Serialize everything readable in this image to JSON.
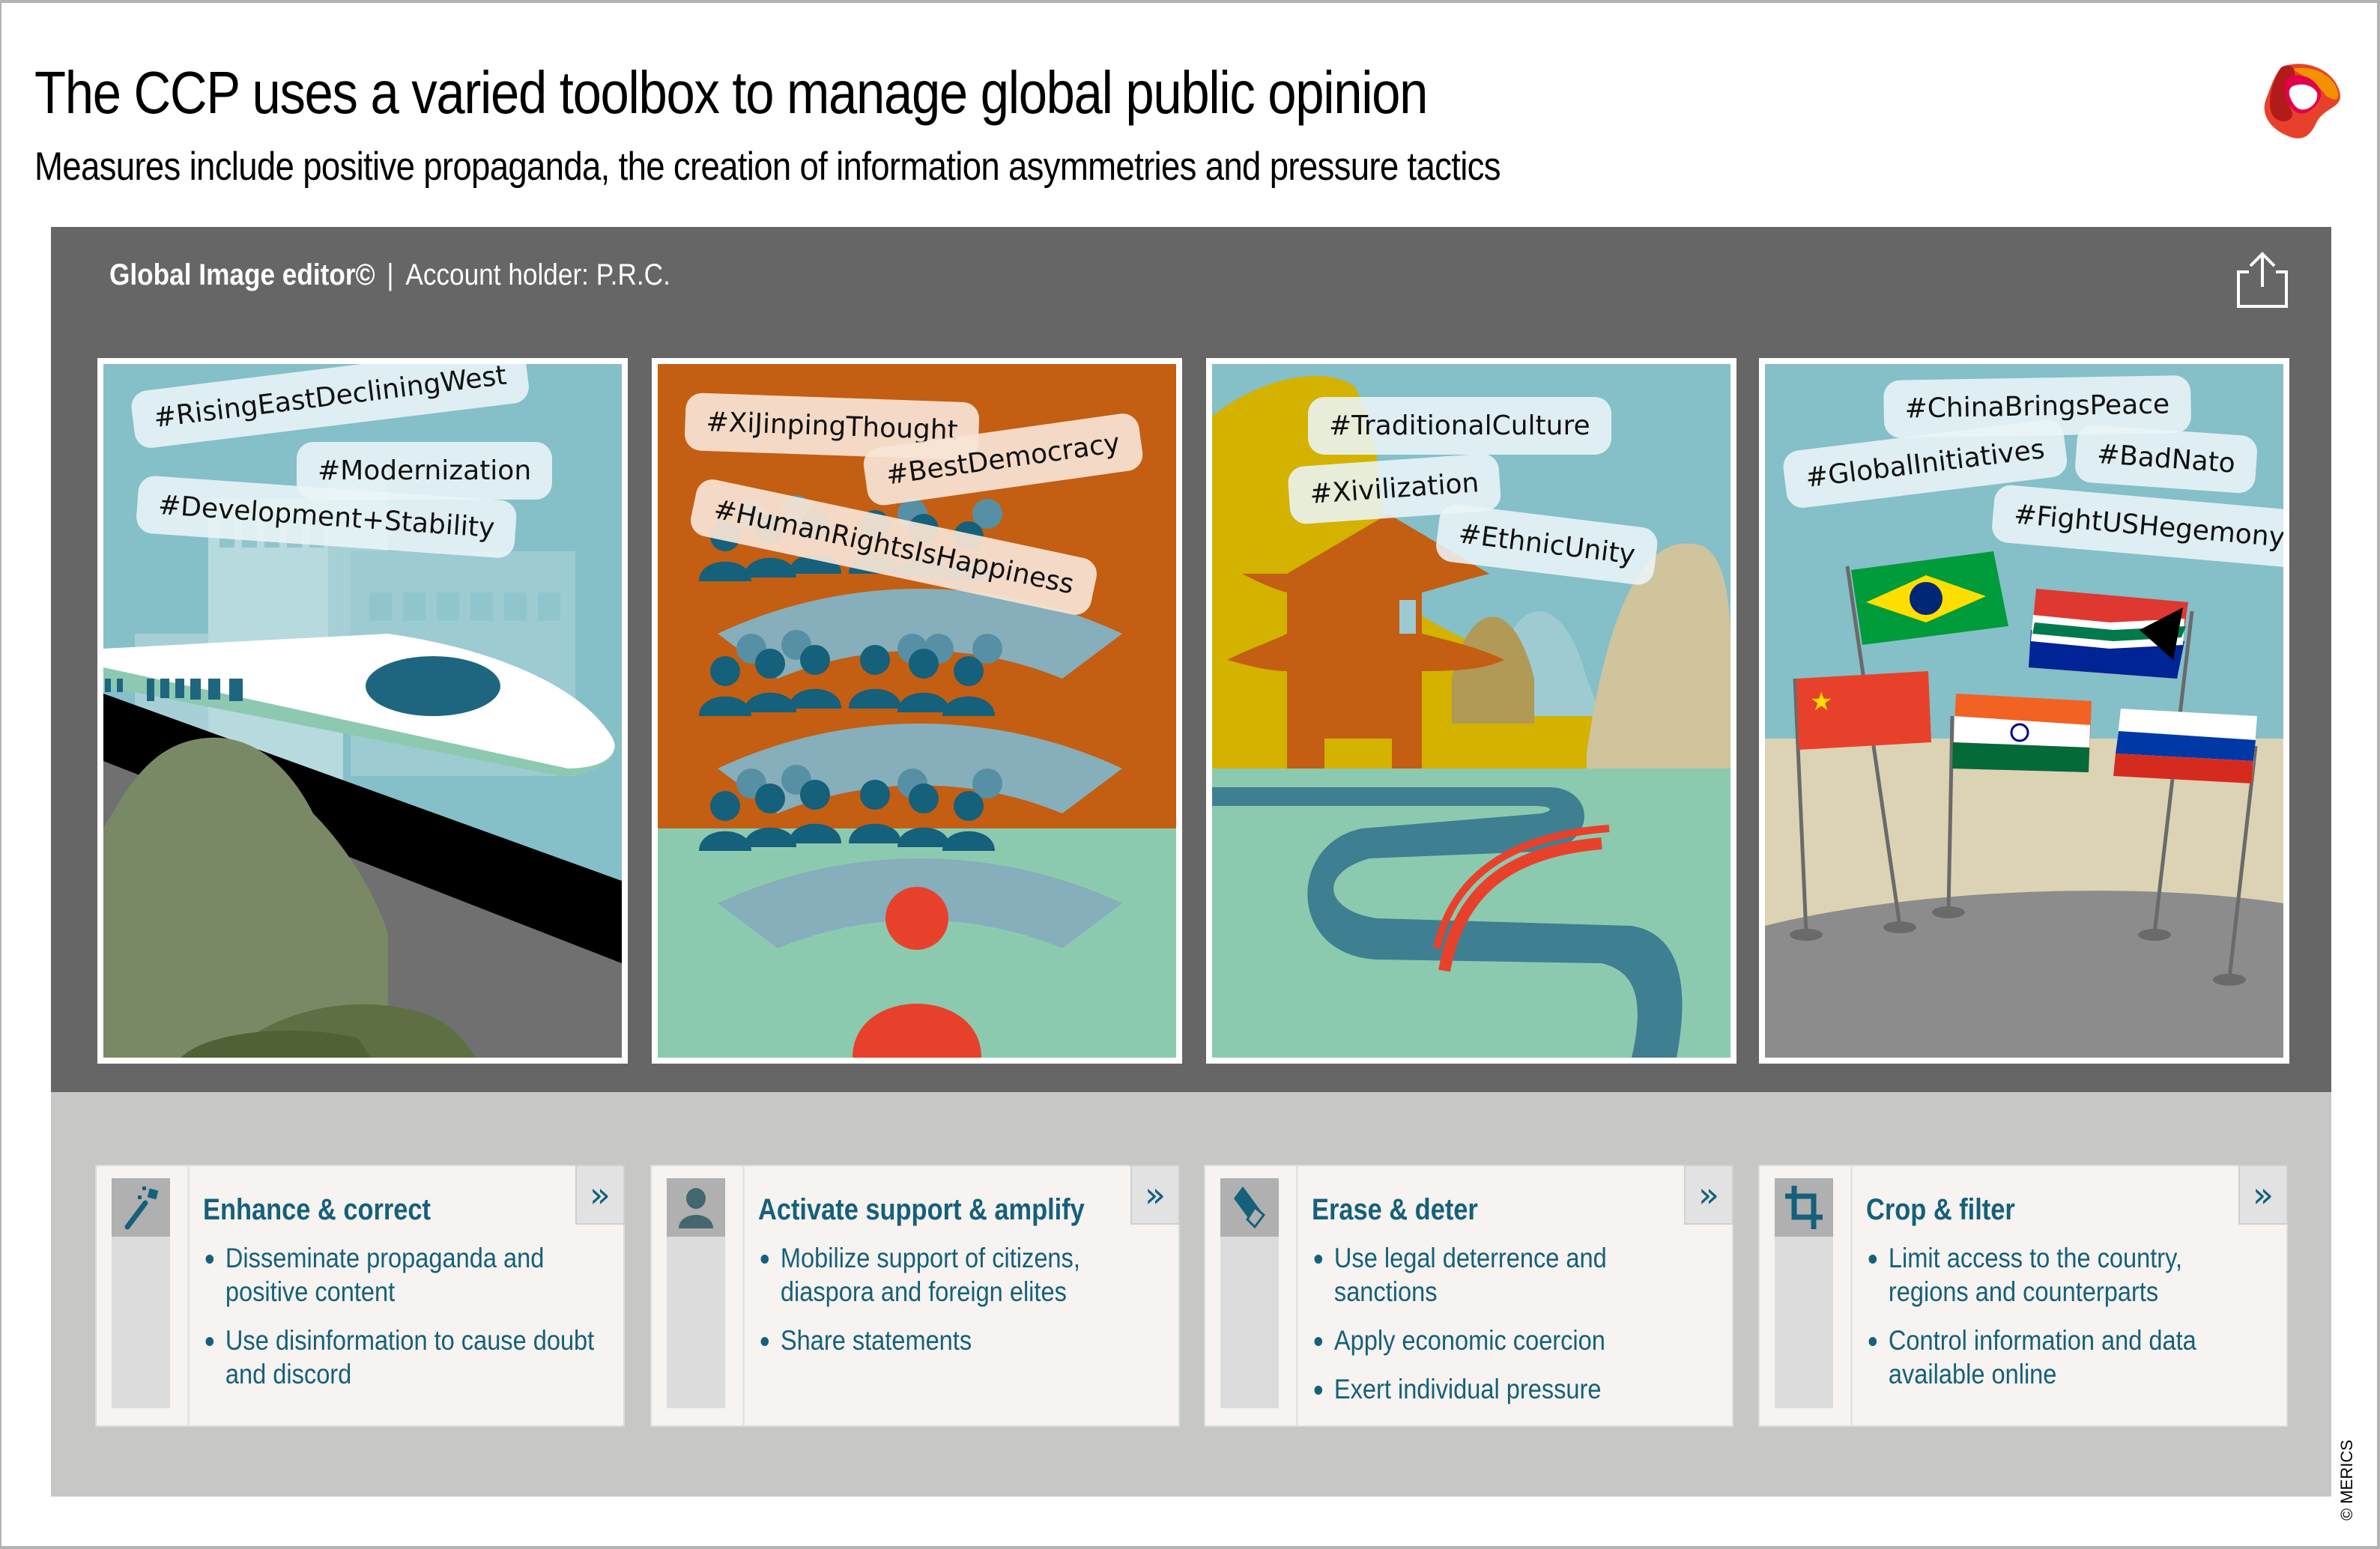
{
  "header": {
    "title": "The CCP uses a varied toolbox to manage global public opinion",
    "subtitle": "Measures include positive propaganda, the creation of information asymmetries and pressure tactics",
    "logo": "merics-logo"
  },
  "editor": {
    "app_name": "Global Image editor©",
    "separator": "|",
    "account_label": "Account holder: P.R.C.",
    "share_icon": "share-icon",
    "colors": {
      "panel": "#666666",
      "tools_panel": "#c7c7c5"
    },
    "images": [
      {
        "scene": "high-speed-train-city",
        "tags": [
          "#RisingEastDecliningWest",
          "#Modernization",
          "#Development+Stability"
        ]
      },
      {
        "scene": "audience-rows-speaker",
        "tags": [
          "#XiJinpingThought",
          "#BestDemocracy",
          "#HumanRightsIsHappiness"
        ]
      },
      {
        "scene": "pagoda-river-bridge",
        "tags": [
          "#TraditionalCulture",
          "#Xivilization",
          "#EthnicUnity"
        ]
      },
      {
        "scene": "brics-flags",
        "tags": [
          "#ChinaBringsPeace",
          "#GlobalInitiatives",
          "#BadNato",
          "#FightUSHegemony"
        ],
        "flags": [
          "Brazil",
          "South Africa",
          "China",
          "India",
          "Russia"
        ]
      }
    ]
  },
  "tools": [
    {
      "icon": "magic-wand-icon",
      "title": "Enhance & correct",
      "bullets": [
        "Disseminate propaganda and positive content",
        "Use disinformation to cause doubt and discord"
      ],
      "expand": "»"
    },
    {
      "icon": "person-icon",
      "title": "Activate support & amplify",
      "bullets": [
        "Mobilize support of citizens, diaspora and foreign elites",
        "Share statements"
      ],
      "expand": "»"
    },
    {
      "icon": "eraser-icon",
      "title": "Erase & deter",
      "bullets": [
        "Use legal deterrence and sanctions",
        "Apply economic coercion",
        "Exert individual pressure"
      ],
      "expand": "»"
    },
    {
      "icon": "crop-icon",
      "title": "Crop & filter",
      "bullets": [
        "Limit access to the country, regions and counterparts",
        "Control information and data available online"
      ],
      "expand": "»"
    }
  ],
  "footer": {
    "credit": "© MERICS"
  },
  "colors": {
    "accent_text": "#15607a",
    "card_bg": "#f6f3f0"
  }
}
